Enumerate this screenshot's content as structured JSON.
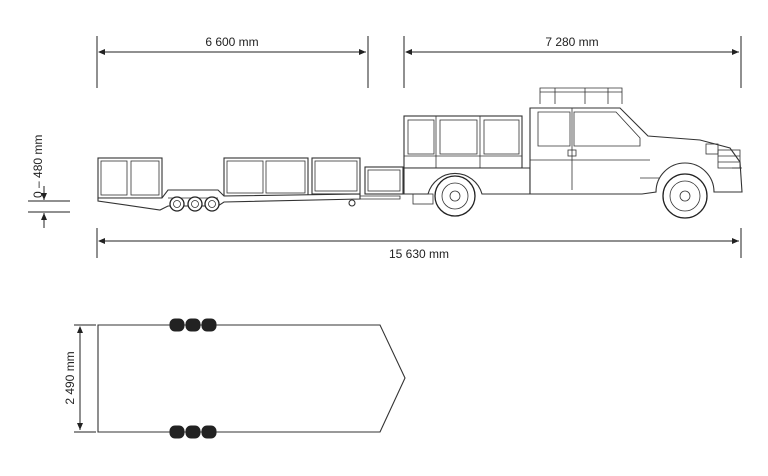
{
  "dimensions": {
    "trailer_length": "6 600 mm",
    "truck_length": "7 280 mm",
    "total_length": "15 630 mm",
    "height_range": "0 – 480 mm",
    "width": "2 490 mm"
  }
}
